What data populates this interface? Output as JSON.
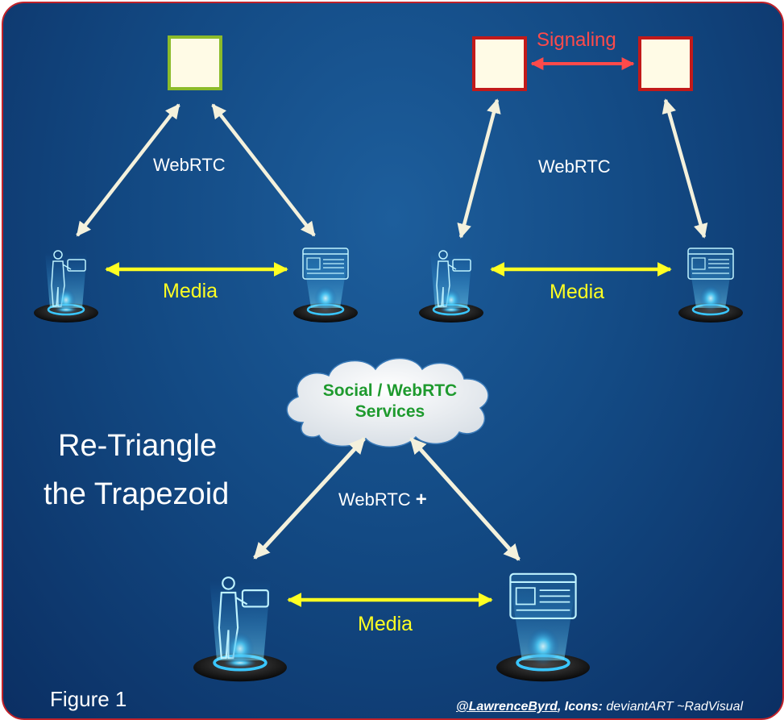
{
  "diagram": {
    "panel_a": {
      "webrtc_label": "WebRTC",
      "media_label": "Media"
    },
    "panel_b": {
      "signaling_label": "Signaling",
      "webrtc_label": "WebRTC",
      "media_label": "Media"
    },
    "panel_c": {
      "cloud_line1": "Social / WebRTC",
      "cloud_line2": "Services",
      "webrtc_label": "WebRTC",
      "webrtc_plus": "+",
      "media_label": "Media"
    },
    "headline_line1": "Re-Triangle",
    "headline_line2": "the Trapezoid",
    "figure_label": "Figure 1",
    "credit": {
      "handle": "@LawrenceByrd",
      "icons_prefix": ", Icons:",
      "source": " deviantART ~RadVisual"
    }
  },
  "colors": {
    "arrow_webrtc": "#f4f1dc",
    "arrow_media": "#ffff22",
    "arrow_signaling": "#ff4a4a",
    "server_green_border": "#8cbb2a",
    "server_red_border": "#c21a1a",
    "cloud_text": "#1e9a2e",
    "frame_border": "#c0222a"
  },
  "icons": [
    "person-hologram-icon",
    "browser-hologram-icon",
    "server-box-icon",
    "cloud-icon"
  ]
}
